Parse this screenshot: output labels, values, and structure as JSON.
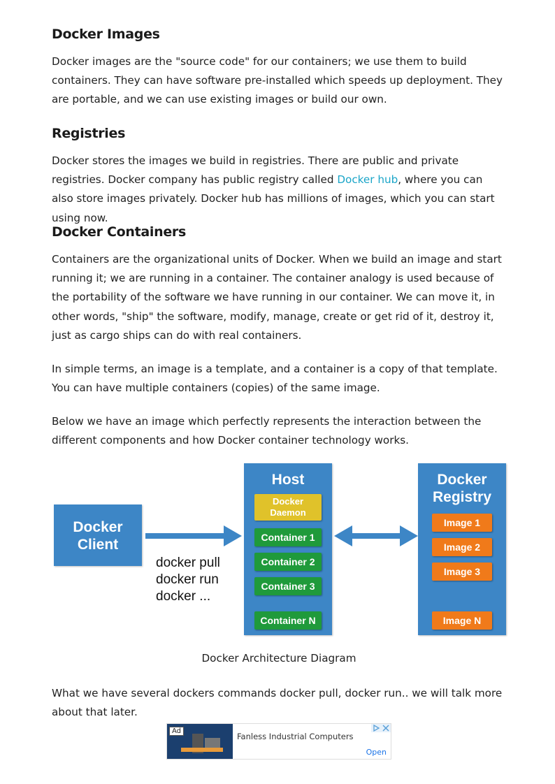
{
  "sections": {
    "images": {
      "heading": "Docker Images",
      "p1": "Docker images are the \"source code\" for our containers; we use them to build containers. They can have software pre-installed which speeds up deployment. They are portable, and we can use existing images or build our own."
    },
    "registries": {
      "heading": "Registries",
      "p1_before": "Docker stores the images we build in registries. There are public and private registries. Docker company has public registry called ",
      "p1_link": "Docker hub",
      "p1_after": ", where you can also store images privately. Docker hub has millions of images, which you can start using now."
    },
    "containers": {
      "heading": "Docker Containers",
      "p1": "Containers are the organizational units of Docker. When we build an image and start running it; we are running in a container. The container analogy is used because of the portability of the software we have running in our container. We can move it, in other words, \"ship\" the software, modify, manage, create or get rid of it, destroy it, just as cargo ships can do with real containers.",
      "p2": "In simple terms, an image is a template, and a container is a copy of that template. You can have multiple containers (copies) of the same image.",
      "p3": "Below we have an image which perfectly represents the interaction between the different components and how Docker container technology works."
    }
  },
  "diagram": {
    "client_line1": "Docker",
    "client_line2": "Client",
    "commands": [
      "docker pull",
      "docker run",
      "docker ..."
    ],
    "host_title": "Host",
    "daemon_line1": "Docker",
    "daemon_line2": "Daemon",
    "containers": [
      "Container 1",
      "Container 2",
      "Container 3",
      "Container N"
    ],
    "registry_line1": "Docker",
    "registry_line2": "Registry",
    "images": [
      "Image 1",
      "Image 2",
      "Image 3",
      "Image N"
    ],
    "colors": {
      "blue": "#3d86c6",
      "green": "#1f9a3b",
      "orange": "#f07a1a",
      "yellow": "#e0c22a"
    }
  },
  "caption": "Docker Architecture Diagram",
  "closing": "What we have several dockers commands docker pull, docker run.. we will talk more about that later.",
  "ad": {
    "badge": "Ad",
    "text": "Fanless Industrial Computers",
    "open": "Open",
    "icons": "adchoices-icon, close-icon"
  }
}
